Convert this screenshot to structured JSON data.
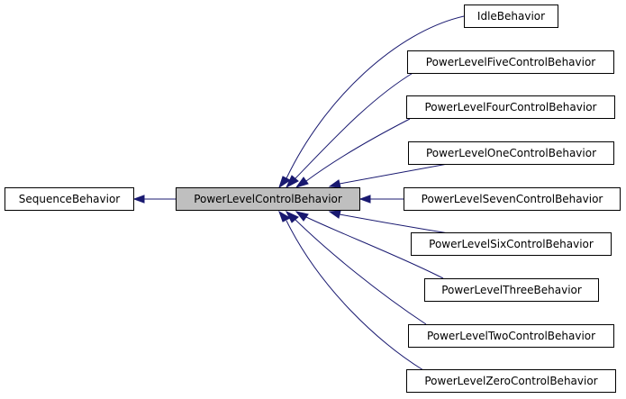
{
  "diagram": {
    "base_class": "SequenceBehavior",
    "focus_class": "PowerLevelControlBehavior",
    "derived_classes": [
      "IdleBehavior",
      "PowerLevelFiveControlBehavior",
      "PowerLevelFourControlBehavior",
      "PowerLevelOneControlBehavior",
      "PowerLevelSevenControlBehavior",
      "PowerLevelSixControlBehavior",
      "PowerLevelThreeBehavior",
      "PowerLevelTwoControlBehavior",
      "PowerLevelZeroControlBehavior"
    ],
    "colors": {
      "edge": "#191970",
      "focus_fill": "#bfbfbf",
      "node_fill": "#ffffff",
      "node_border": "#000000"
    }
  }
}
